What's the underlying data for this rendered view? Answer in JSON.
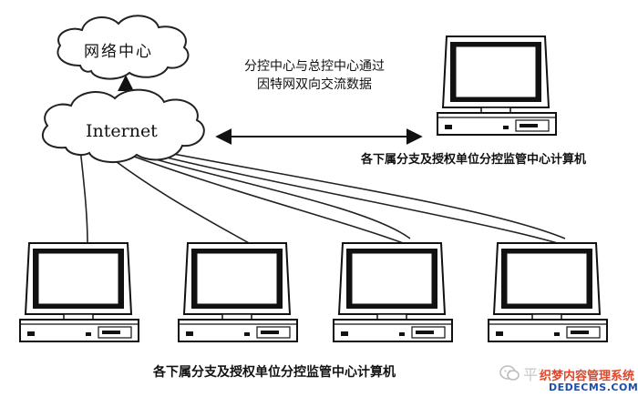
{
  "nodes": {
    "network_center": "网络中心",
    "internet": "Internet"
  },
  "annotation": {
    "line1": "分控中心与总控中心通过",
    "line2": "因特网双向交流数据"
  },
  "labels": {
    "top_right_computer": "各下属分支及授权单位分控监管中心计算机",
    "bottom_computers": "各下属分支及授权单位分控监管中心计算机"
  },
  "watermark": {
    "title": "平安领军安全",
    "subtitle": "织梦内容管理系统",
    "site": "DEDECMS.COM"
  },
  "colors": {
    "stroke": "#222222",
    "watermark_red": "#e0472b",
    "watermark_blue": "#1d4ea8"
  },
  "icons": [
    "cloud-icon",
    "computer-icon",
    "wechat-logo-icon"
  ]
}
